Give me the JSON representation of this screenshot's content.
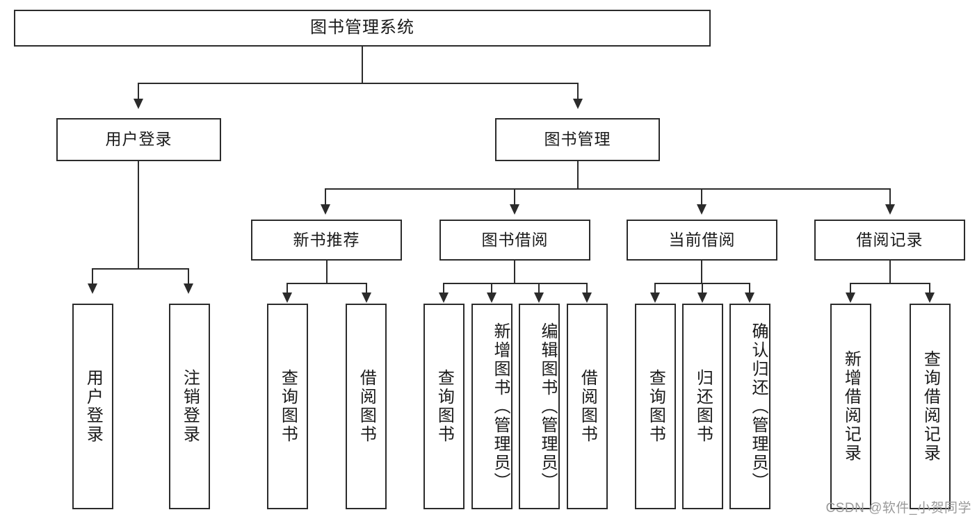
{
  "diagram": {
    "title": "图书管理系统",
    "type": "tree-hierarchy-chart",
    "watermark": "CSDN @软件_小贺同学",
    "colors": {
      "stroke": "#2b2b2b",
      "fill": "#ffffff",
      "text": "#1a1a1a",
      "watermark": "#9a9a9a"
    },
    "root": {
      "label": "图书管理系统"
    },
    "level2": [
      {
        "label": "用户登录"
      },
      {
        "label": "图书管理"
      }
    ],
    "level3": [
      {
        "label": "新书推荐"
      },
      {
        "label": "图书借阅"
      },
      {
        "label": "当前借阅"
      },
      {
        "label": "借阅记录"
      }
    ],
    "leaves": {
      "user_login": [
        {
          "label": "用户登录"
        },
        {
          "label": "注销登录"
        }
      ],
      "new_book": [
        {
          "label": "查询图书"
        },
        {
          "label": "借阅图书"
        }
      ],
      "book_borrow": [
        {
          "label": "查询图书"
        },
        {
          "label": "新增图书（管理员）"
        },
        {
          "label": "编辑图书（管理员）"
        },
        {
          "label": "借阅图书"
        }
      ],
      "current_borrow": [
        {
          "label": "查询图书"
        },
        {
          "label": "归还图书"
        },
        {
          "label": "确认归还（管理员）"
        }
      ],
      "borrow_record": [
        {
          "label": "新增借阅记录"
        },
        {
          "label": "查询借阅记录"
        }
      ]
    }
  }
}
